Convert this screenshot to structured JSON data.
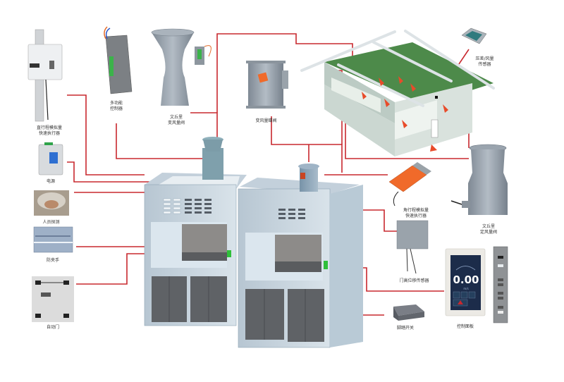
{
  "title": "Fume hood VAV control system diagram",
  "colors": {
    "wire": "#c8282e",
    "hood_body": "#c9d6df",
    "hood_dark": "#5f6266",
    "valve_gray": "#8e98a3",
    "actuator_orange": "#f06a2a",
    "indicator_green": "#2fbf3a",
    "room_green": "#4d8a4a"
  },
  "components": {
    "linear_actuator": {
      "label": "直行程模拟量\n快速执行器",
      "icon": "linear-actuator-icon"
    },
    "multi_controller": {
      "label": "多功能\n控制器",
      "icon": "controller-module-icon"
    },
    "venturi_vav": {
      "label": "文丘里\n变风量阀",
      "icon": "venturi-valve-icon"
    },
    "butterfly_vav": {
      "label": "变风量蝶阀",
      "icon": "butterfly-valve-icon"
    },
    "pressure_sensor": {
      "label": "压差/风量\n传感器",
      "icon": "pressure-sensor-icon"
    },
    "power": {
      "label": "电源",
      "icon": "power-switch-icon"
    },
    "person_detect": {
      "label": "人员探测",
      "icon": "person-detector-icon"
    },
    "anti_pinch": {
      "label": "防夹手",
      "icon": "anti-pinch-icon"
    },
    "auto_door": {
      "label": "自动门",
      "icon": "auto-door-icon"
    },
    "rotary_actuator": {
      "label": "角行程模拟量\n快速执行器",
      "icon": "rotary-actuator-icon"
    },
    "venturi_cav": {
      "label": "文丘里\n定风量阀",
      "icon": "venturi-cav-icon"
    },
    "sash_sensor": {
      "label": "门高位移传感器",
      "icon": "sash-sensor-icon"
    },
    "control_panel": {
      "label": "控制面板",
      "icon": "control-panel-icon"
    },
    "foot_switch": {
      "label": "脚踏开关",
      "icon": "foot-switch-icon"
    }
  },
  "control_panel_display": {
    "value": "0.00",
    "unit": "m/s"
  }
}
